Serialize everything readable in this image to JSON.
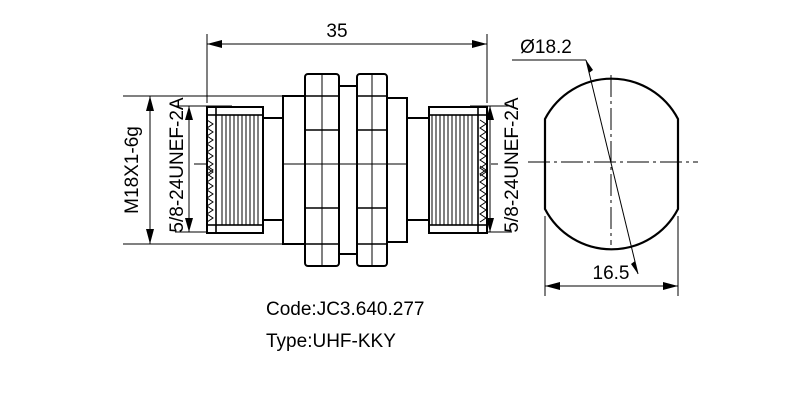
{
  "dimensions": {
    "length": "35",
    "diameter": "Ø18.2",
    "flat_width": "16.5",
    "mount_thread": "M18X1-6g",
    "left_thread": "5/8-24UNEF-2A",
    "right_thread": "5/8-24UNEF-2A"
  },
  "caption": {
    "code": "Code:JC3.640.277",
    "type": "Type:UHF-KKY"
  }
}
